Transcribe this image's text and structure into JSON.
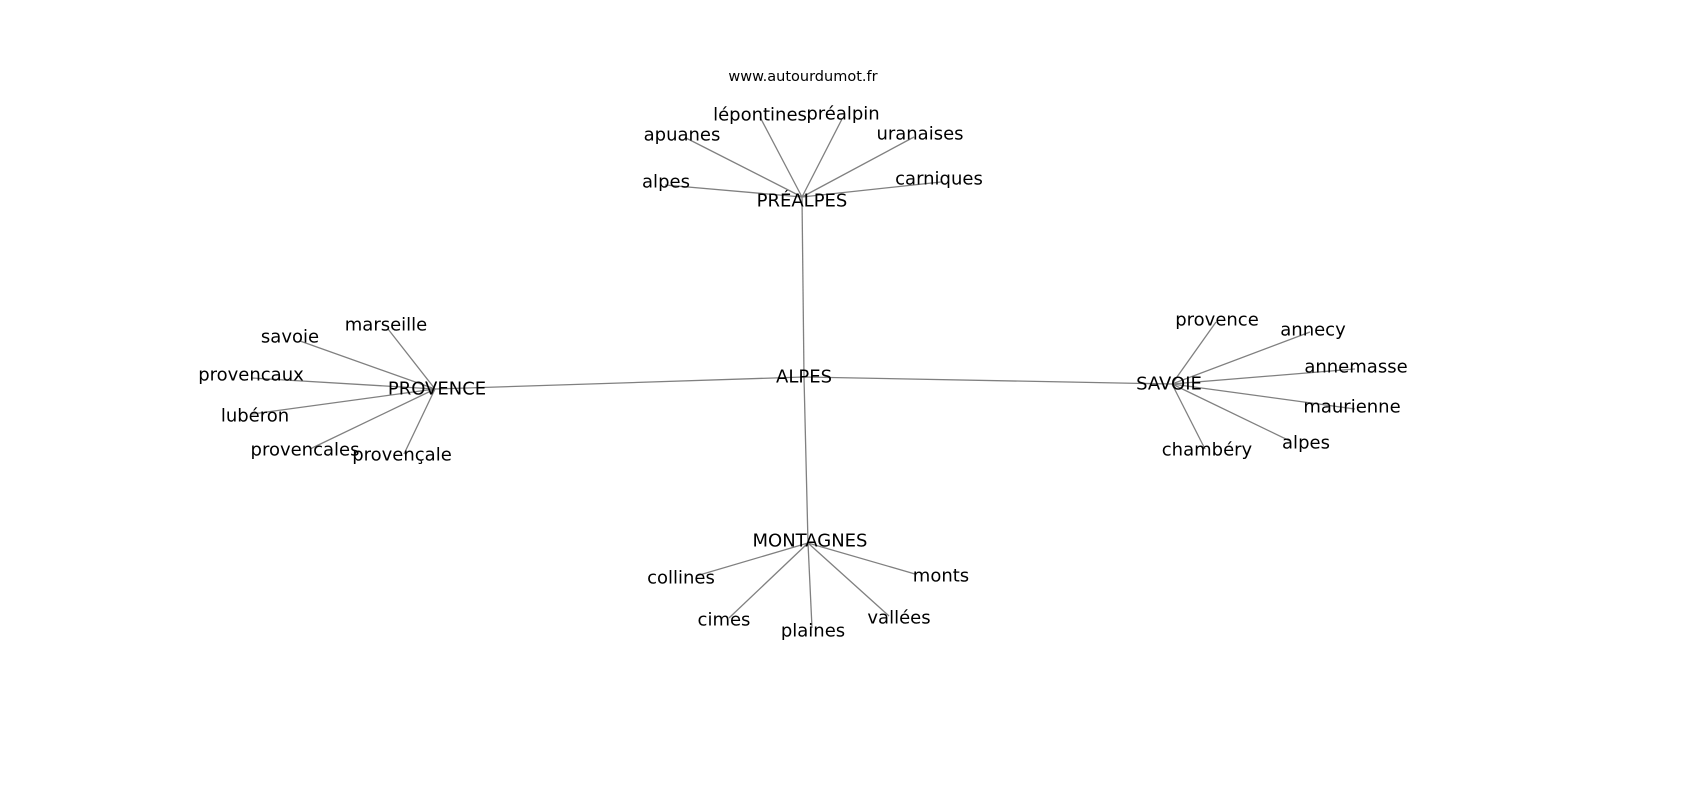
{
  "title": "www.autourdumot.fr",
  "nodes": [
    {
      "id": "alpes_center",
      "label": "ALPES"
    },
    {
      "id": "prealpes",
      "label": "PRÉALPES"
    },
    {
      "id": "provence",
      "label": "PROVENCE"
    },
    {
      "id": "savoie",
      "label": "SAVOIE"
    },
    {
      "id": "montagnes",
      "label": "MONTAGNES"
    },
    {
      "id": "p_alpes",
      "label": "alpes"
    },
    {
      "id": "p_apuanes",
      "label": "apuanes"
    },
    {
      "id": "p_lepontines",
      "label": "lépontines"
    },
    {
      "id": "p_prealpin",
      "label": "préalpin"
    },
    {
      "id": "p_uranaises",
      "label": "uranaises"
    },
    {
      "id": "p_carniques",
      "label": "carniques"
    },
    {
      "id": "pr_savoie",
      "label": "savoie"
    },
    {
      "id": "pr_marseille",
      "label": "marseille"
    },
    {
      "id": "pr_provencaux",
      "label": "provencaux"
    },
    {
      "id": "pr_luberon",
      "label": "lubéron"
    },
    {
      "id": "pr_provencales",
      "label": "provencales"
    },
    {
      "id": "pr_provencale",
      "label": "provençale"
    },
    {
      "id": "s_provence",
      "label": "provence"
    },
    {
      "id": "s_annecy",
      "label": "annecy"
    },
    {
      "id": "s_annemasse",
      "label": "annemasse"
    },
    {
      "id": "s_maurienne",
      "label": "maurienne"
    },
    {
      "id": "s_alpes",
      "label": "alpes"
    },
    {
      "id": "s_chambery",
      "label": "chambéry"
    },
    {
      "id": "m_collines",
      "label": "collines"
    },
    {
      "id": "m_cimes",
      "label": "cimes"
    },
    {
      "id": "m_plaines",
      "label": "plaines"
    },
    {
      "id": "m_vallees",
      "label": "vallées"
    },
    {
      "id": "m_monts",
      "label": "monts"
    }
  ],
  "edges": [
    [
      "alpes_center",
      "prealpes"
    ],
    [
      "alpes_center",
      "provence"
    ],
    [
      "alpes_center",
      "savoie"
    ],
    [
      "alpes_center",
      "montagnes"
    ],
    [
      "prealpes",
      "p_alpes"
    ],
    [
      "prealpes",
      "p_apuanes"
    ],
    [
      "prealpes",
      "p_lepontines"
    ],
    [
      "prealpes",
      "p_prealpin"
    ],
    [
      "prealpes",
      "p_uranaises"
    ],
    [
      "prealpes",
      "p_carniques"
    ],
    [
      "provence",
      "pr_savoie"
    ],
    [
      "provence",
      "pr_marseille"
    ],
    [
      "provence",
      "pr_provencaux"
    ],
    [
      "provence",
      "pr_luberon"
    ],
    [
      "provence",
      "pr_provencales"
    ],
    [
      "provence",
      "pr_provencale"
    ],
    [
      "savoie",
      "s_provence"
    ],
    [
      "savoie",
      "s_annecy"
    ],
    [
      "savoie",
      "s_annemasse"
    ],
    [
      "savoie",
      "s_maurienne"
    ],
    [
      "savoie",
      "s_alpes"
    ],
    [
      "savoie",
      "s_chambery"
    ],
    [
      "montagnes",
      "m_collines"
    ],
    [
      "montagnes",
      "m_cimes"
    ],
    [
      "montagnes",
      "m_plaines"
    ],
    [
      "montagnes",
      "m_vallees"
    ],
    [
      "montagnes",
      "m_monts"
    ]
  ]
}
